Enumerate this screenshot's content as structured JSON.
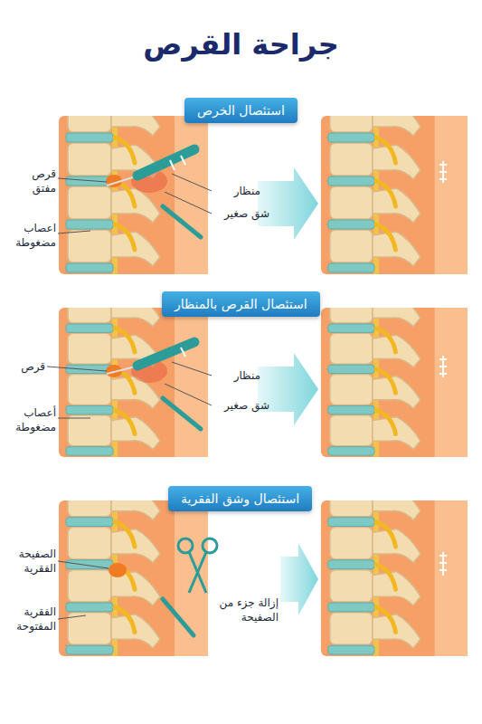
{
  "diagram": {
    "title": "جراحة القرص",
    "nodes": [
      {
        "text": [
          "استئصال الخرص"
        ]
      },
      {
        "text": [
          "استئصال القرص بالمنظار"
        ]
      },
      {
        "text": [
          "استئصال وشق الفقرية"
        ]
      }
    ],
    "labels": [
      "قرص مفتق",
      "اعصاب مضغوطة",
      "منظار",
      "شق صغير",
      "قرص",
      "أعصاب مضغوطة",
      "منظار",
      "شق صغير",
      "الصفيحة الفقرية",
      "الفقرية المفتوحة",
      "إزالة جزء من الصفيحة"
    ]
  }
}
